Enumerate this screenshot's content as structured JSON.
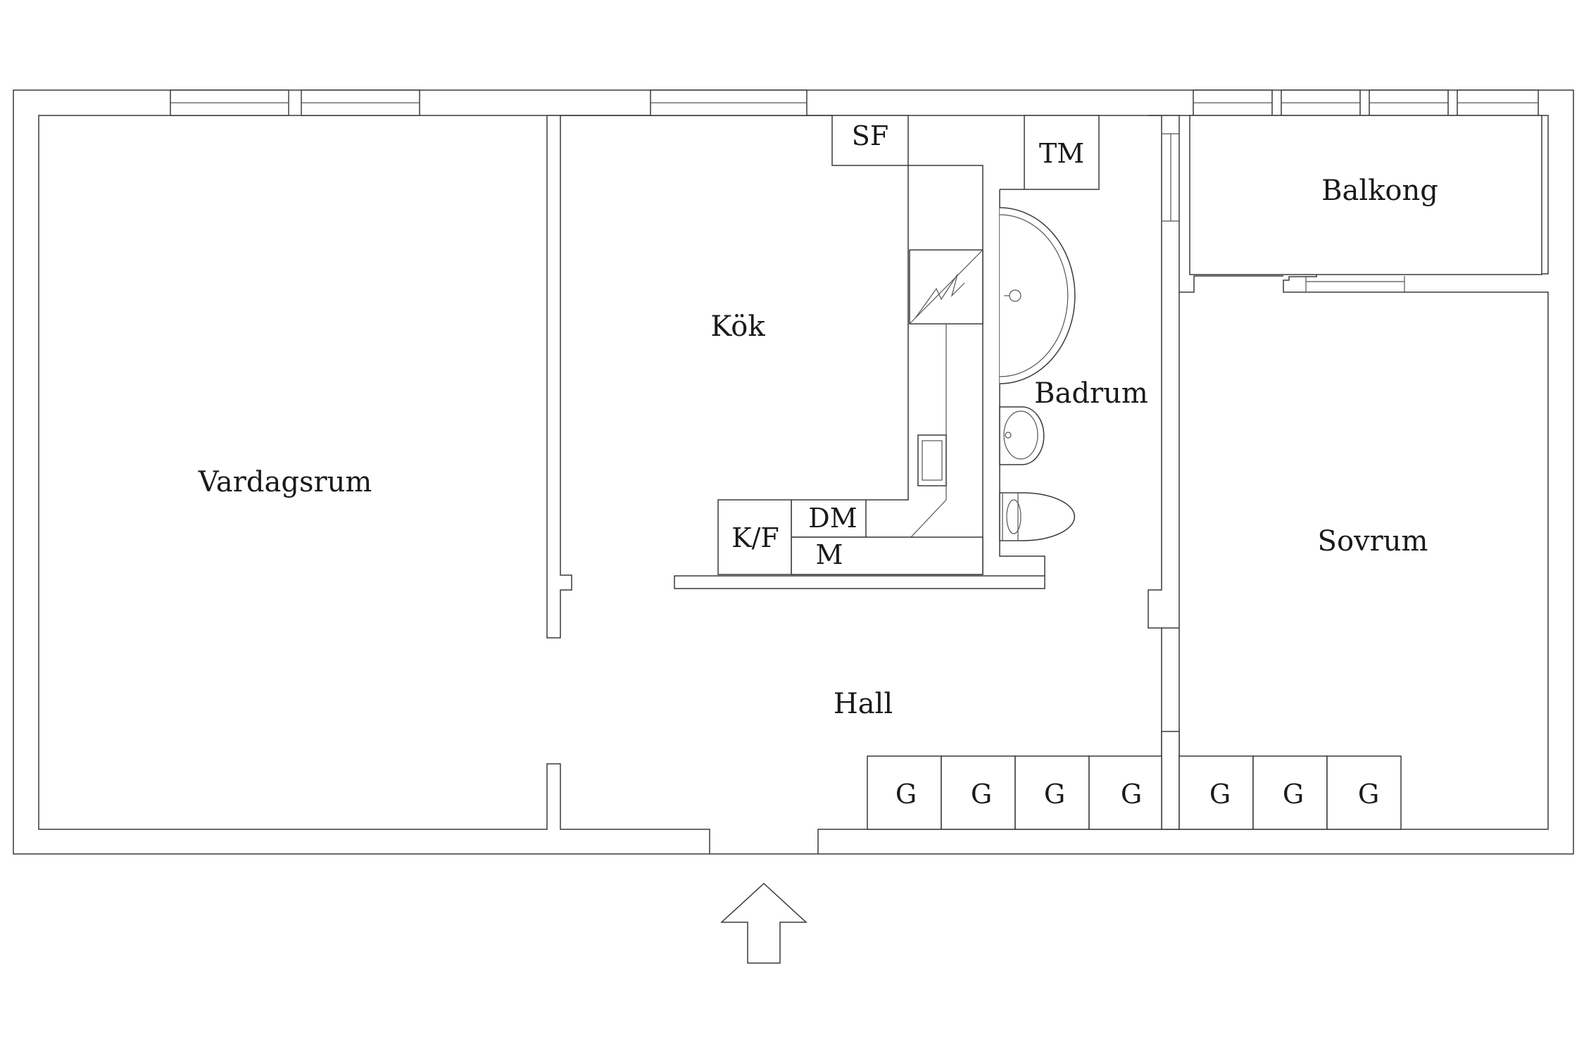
{
  "rooms": {
    "vardagsrum": "Vardagsrum",
    "kok": "Kök",
    "badrum": "Badrum",
    "balkong": "Balkong",
    "sovrum": "Sovrum",
    "hall": "Hall"
  },
  "fixtures": {
    "sf": "SF",
    "tm": "TM",
    "dm": "DM",
    "m": "M",
    "kf": "K/F"
  },
  "closets": [
    "G",
    "G",
    "G",
    "G",
    "G",
    "G",
    "G"
  ],
  "colors": {
    "line": "#3a3a3a",
    "background": "#ffffff"
  }
}
